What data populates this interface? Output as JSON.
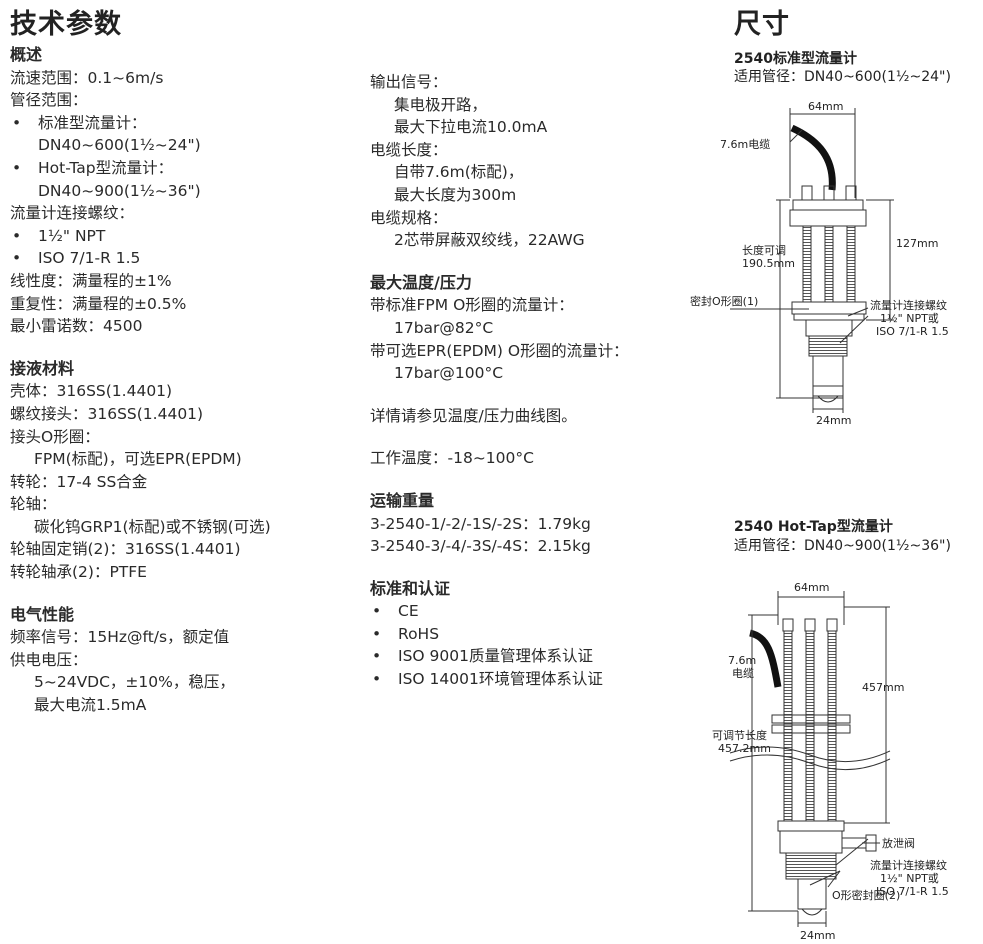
{
  "title_left": "技术参数",
  "title_right": "尺寸",
  "col1": [
    {
      "t": "h",
      "text": "概述"
    },
    {
      "t": "p",
      "text": "流速范围：0.1~6m/s"
    },
    {
      "t": "p",
      "text": "管径范围："
    },
    {
      "t": "b",
      "text": "标准型流量计："
    },
    {
      "t": "i",
      "text": "DN40~600(1½~24\")"
    },
    {
      "t": "b",
      "text": "Hot-Tap型流量计："
    },
    {
      "t": "i",
      "text": "DN40~900(1½~36\")"
    },
    {
      "t": "p",
      "text": "流量计连接螺纹："
    },
    {
      "t": "b",
      "text": "1½\" NPT"
    },
    {
      "t": "b",
      "text": "ISO 7/1-R 1.5"
    },
    {
      "t": "p",
      "text": "线性度：满量程的±1%"
    },
    {
      "t": "p",
      "text": "重复性：满量程的±0.5%"
    },
    {
      "t": "p",
      "text": "最小雷诺数：4500"
    },
    {
      "t": "g"
    },
    {
      "t": "h",
      "text": "接液材料"
    },
    {
      "t": "p",
      "text": "壳体：316SS(1.4401)"
    },
    {
      "t": "p",
      "text": "螺纹接头：316SS(1.4401)"
    },
    {
      "t": "p",
      "text": "接头O形圈："
    },
    {
      "t": "i",
      "text": "FPM(标配)，可选EPR(EPDM)"
    },
    {
      "t": "p",
      "text": "转轮：17-4 SS合金"
    },
    {
      "t": "p",
      "text": "轮轴："
    },
    {
      "t": "i",
      "text": "碳化钨GRP1(标配)或不锈钢(可选)"
    },
    {
      "t": "p",
      "text": "轮轴固定销(2)：316SS(1.4401)"
    },
    {
      "t": "p",
      "text": "转轮轴承(2)：PTFE"
    },
    {
      "t": "g"
    },
    {
      "t": "h",
      "text": "电气性能"
    },
    {
      "t": "p",
      "text": "频率信号：15Hz@ft/s，额定值"
    },
    {
      "t": "p",
      "text": "供电电压："
    },
    {
      "t": "i",
      "text": "5~24VDC，±10%，稳压，"
    },
    {
      "t": "i",
      "text": "最大电流1.5mA"
    }
  ],
  "col2": [
    {
      "t": "p",
      "text": "输出信号："
    },
    {
      "t": "i",
      "text": "集电极开路，"
    },
    {
      "t": "i",
      "text": "最大下拉电流10.0mA"
    },
    {
      "t": "p",
      "text": "电缆长度："
    },
    {
      "t": "i",
      "text": "自带7.6m(标配)，"
    },
    {
      "t": "i",
      "text": "最大长度为300m"
    },
    {
      "t": "p",
      "text": "电缆规格："
    },
    {
      "t": "i",
      "text": "2芯带屏蔽双绞线，22AWG"
    },
    {
      "t": "g"
    },
    {
      "t": "h",
      "text": "最大温度/压力"
    },
    {
      "t": "p",
      "text": "带标准FPM O形圈的流量计："
    },
    {
      "t": "i",
      "text": "17bar@82°C"
    },
    {
      "t": "p",
      "text": "带可选EPR(EPDM) O形圈的流量计："
    },
    {
      "t": "i",
      "text": "17bar@100°C"
    },
    {
      "t": "g"
    },
    {
      "t": "p",
      "text": "详情请参见温度/压力曲线图。"
    },
    {
      "t": "g"
    },
    {
      "t": "p",
      "text": "工作温度：-18~100°C"
    },
    {
      "t": "g"
    },
    {
      "t": "h",
      "text": "运输重量"
    },
    {
      "t": "p",
      "text": "3-2540-1/-2/-1S/-2S：1.79kg"
    },
    {
      "t": "p",
      "text": "3-2540-3/-4/-3S/-4S：2.15kg"
    },
    {
      "t": "g"
    },
    {
      "t": "h",
      "text": "标准和认证"
    },
    {
      "t": "b",
      "text": "CE"
    },
    {
      "t": "b",
      "text": "RoHS"
    },
    {
      "t": "b",
      "text": "ISO 9001质量管理体系认证"
    },
    {
      "t": "b",
      "text": "ISO 14001环境管理体系认证"
    }
  ],
  "diagram1": {
    "title": "2540标准型流量计",
    "subtitle": "适用管径：DN40~600(1½~24\")",
    "dim_top": "64mm",
    "cable": "7.6m电缆",
    "len_adj_1": "长度可调",
    "len_adj_2": "190.5mm",
    "dim_right": "127mm",
    "oring": "密封O形圈(1)",
    "thread_1": "流量计连接螺纹",
    "thread_2": "1½\" NPT或",
    "thread_3": "ISO 7/1-R 1.5",
    "dim_bottom": "24mm"
  },
  "diagram2": {
    "title": "2540 Hot-Tap型流量计",
    "subtitle": "适用管径：DN40~900(1½~36\")",
    "dim_top": "64mm",
    "cable_1": "7.6m",
    "cable_2": "电缆",
    "dim_right": "457mm",
    "len_adj_1": "可调节长度",
    "len_adj_2": "457.2mm",
    "valve": "放泄阀",
    "thread_1": "流量计连接螺纹",
    "thread_2": "1½\" NPT或",
    "thread_3": "ISO 7/1-R 1.5",
    "oring": "O形密封圈(2)",
    "dim_bottom": "24mm"
  }
}
